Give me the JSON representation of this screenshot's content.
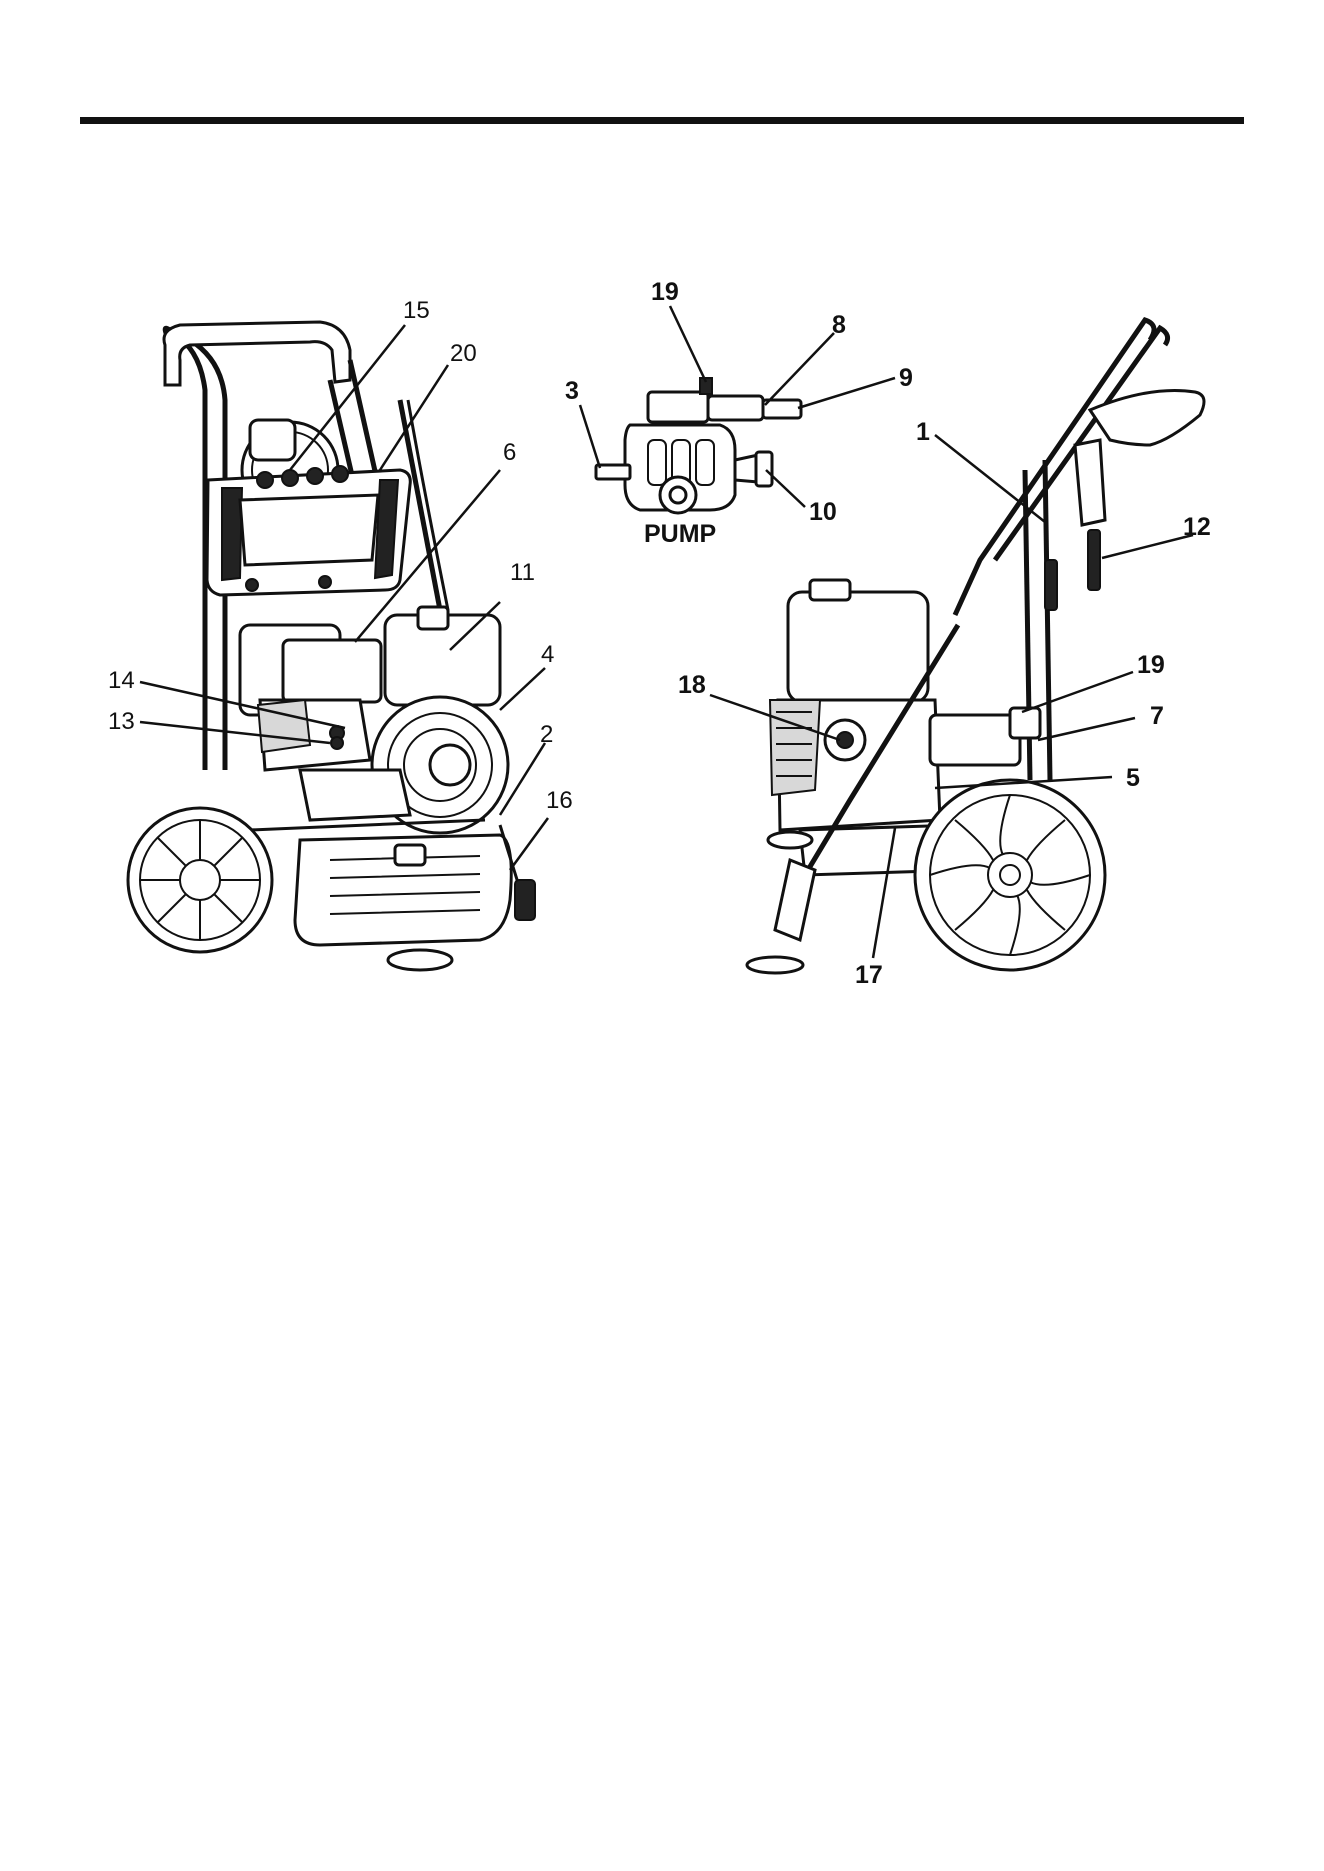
{
  "diagram": {
    "left_view_callouts": [
      "15",
      "20",
      "6",
      "11",
      "4",
      "2",
      "16",
      "14",
      "13"
    ],
    "right_view_callouts": [
      "1",
      "12",
      "19",
      "7",
      "5",
      "18",
      "17"
    ],
    "pump_callouts": [
      "19",
      "8",
      "9",
      "3",
      "10"
    ],
    "pump_label": "PUMP"
  }
}
